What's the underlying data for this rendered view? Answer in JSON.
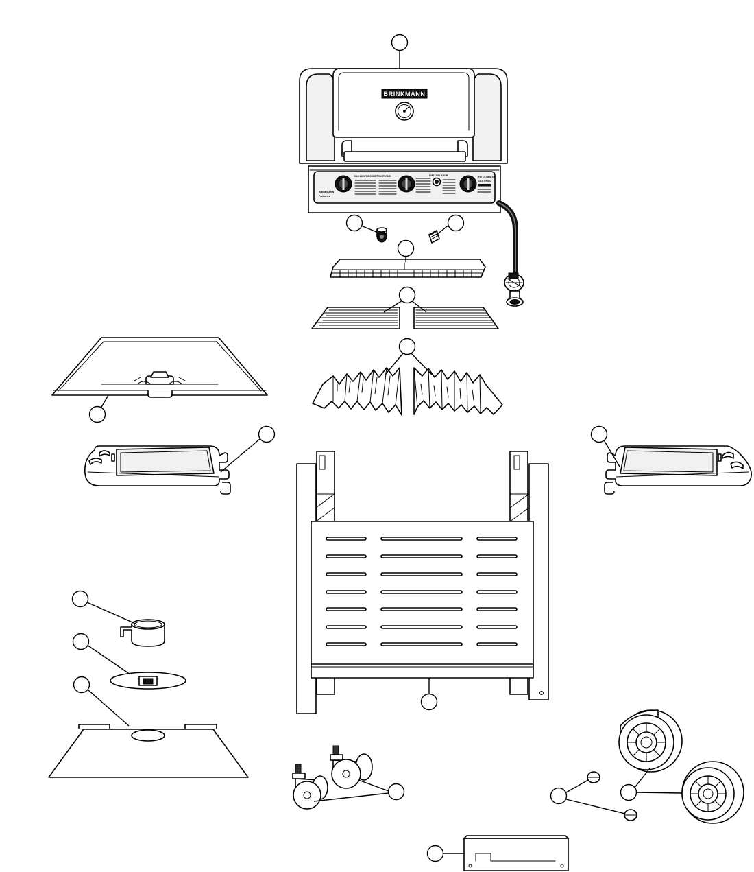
{
  "grill": {
    "brand_label": "BRINKMANN",
    "panel_text": {
      "lighting_heading": "GAS LIGHTING INSTRUCTIONS",
      "left_brand": "BRINKMANN",
      "left_model": "ProSeries",
      "right_heading": "THE ULTIMATE",
      "right_sub": "GAS GRILL",
      "center_heading": "IGNITION KNOB"
    }
  },
  "icons": {
    "thermometer": "temperature-gauge-icon",
    "knob": "control-knob-icon"
  },
  "callouts": [
    {
      "name": "callout-lid-assembly"
    },
    {
      "name": "callout-control-knob"
    },
    {
      "name": "callout-igniter-button"
    },
    {
      "name": "callout-warming-rack"
    },
    {
      "name": "callout-cooking-grates"
    },
    {
      "name": "callout-heat-tents"
    },
    {
      "name": "callout-bottom-tray"
    },
    {
      "name": "callout-left-side-shelf"
    },
    {
      "name": "callout-right-side-shelf"
    },
    {
      "name": "callout-grease-cup"
    },
    {
      "name": "callout-grease-cup-holder"
    },
    {
      "name": "callout-bottom-shelf"
    },
    {
      "name": "callout-cart-frame"
    },
    {
      "name": "callout-caster-wheels"
    },
    {
      "name": "callout-hubcaps"
    },
    {
      "name": "callout-wheels"
    },
    {
      "name": "callout-tank-bracket"
    }
  ]
}
